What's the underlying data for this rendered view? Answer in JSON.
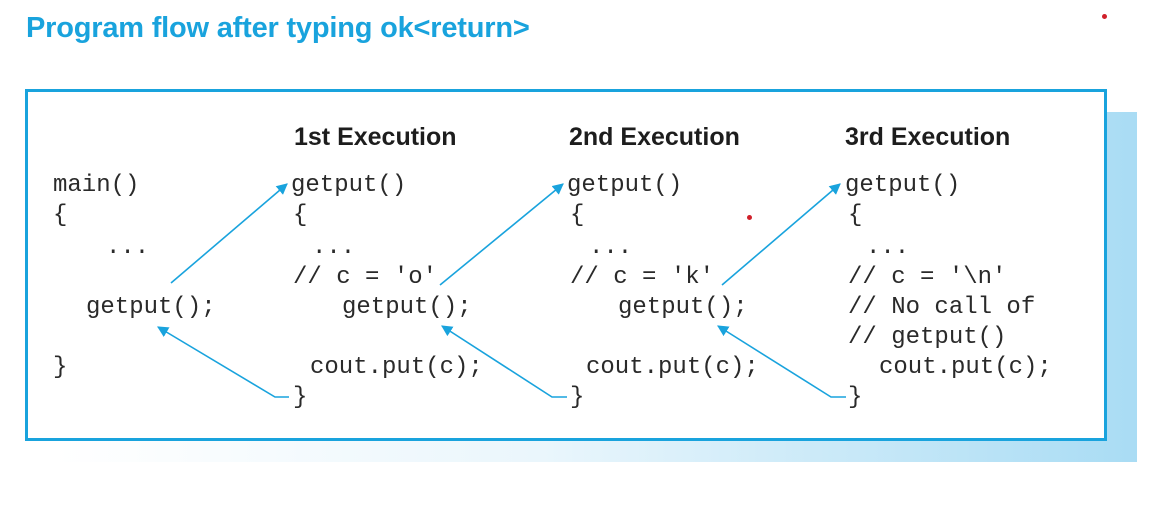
{
  "title": "Program flow after typing ok<return>",
  "columns": [
    {
      "heading": "1st Execution"
    },
    {
      "heading": "2nd Execution"
    },
    {
      "heading": "3rd Execution"
    }
  ],
  "code": {
    "main": {
      "l1": "main()",
      "l2": "{",
      "l3": "...",
      "l4": "getput();",
      "l5": "}"
    },
    "exec1": {
      "l1": "getput()",
      "l2": "{",
      "l3": "...",
      "l4": "// c = 'o'",
      "l5": "getput();",
      "l6": "cout.put(c);",
      "l7": "}"
    },
    "exec2": {
      "l1": "getput()",
      "l2": "{",
      "l3": "...",
      "l4": "// c = 'k'",
      "l5": "getput();",
      "l6": "cout.put(c);",
      "l7": "}"
    },
    "exec3": {
      "l1": "getput()",
      "l2": "{",
      "l3": "...",
      "l4": "// c = '\\n'",
      "l5": "// No call of",
      "l6": "// getput()",
      "l7": "cout.put(c);",
      "l8": "}"
    }
  },
  "colors": {
    "accent": "#19a3dd",
    "text": "#1d1d1d",
    "dot": "#d0202a"
  }
}
